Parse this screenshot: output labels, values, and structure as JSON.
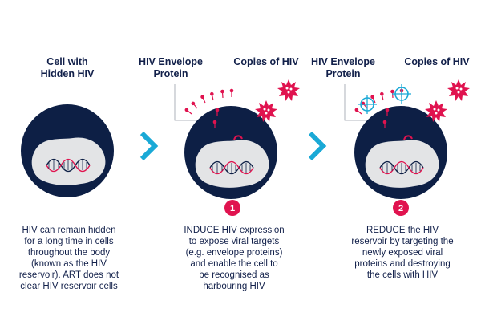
{
  "colors": {
    "navy": "#0d1f45",
    "red": "#e0134f",
    "cyan": "#1aa9d6",
    "nucleus": "#e3e4e6"
  },
  "stage1": {
    "title": [
      "Cell with",
      "Hidden HIV"
    ],
    "description": [
      "HIV can remain hidden",
      "for a long time in cells",
      "throughout the body",
      "(known as the HIV",
      "reservoir). ART does not",
      "clear HIV reservoir cells"
    ]
  },
  "stage2": {
    "number": "1",
    "label_envelope": [
      "HIV Envelope",
      "Protein"
    ],
    "label_copies": "Copies of HIV",
    "description": [
      "INDUCE HIV expression",
      "to expose viral targets",
      "(e.g. envelope proteins)",
      "and enable the cell to",
      "be recognised as",
      "harbouring HIV"
    ]
  },
  "stage3": {
    "number": "2",
    "label_envelope": [
      "HIV Envelope",
      "Protein"
    ],
    "label_copies": "Copies of HIV",
    "description": [
      "REDUCE the HIV",
      "reservoir by targeting the",
      "newly exposed viral",
      "proteins and destroying",
      "the cells with HIV"
    ]
  }
}
